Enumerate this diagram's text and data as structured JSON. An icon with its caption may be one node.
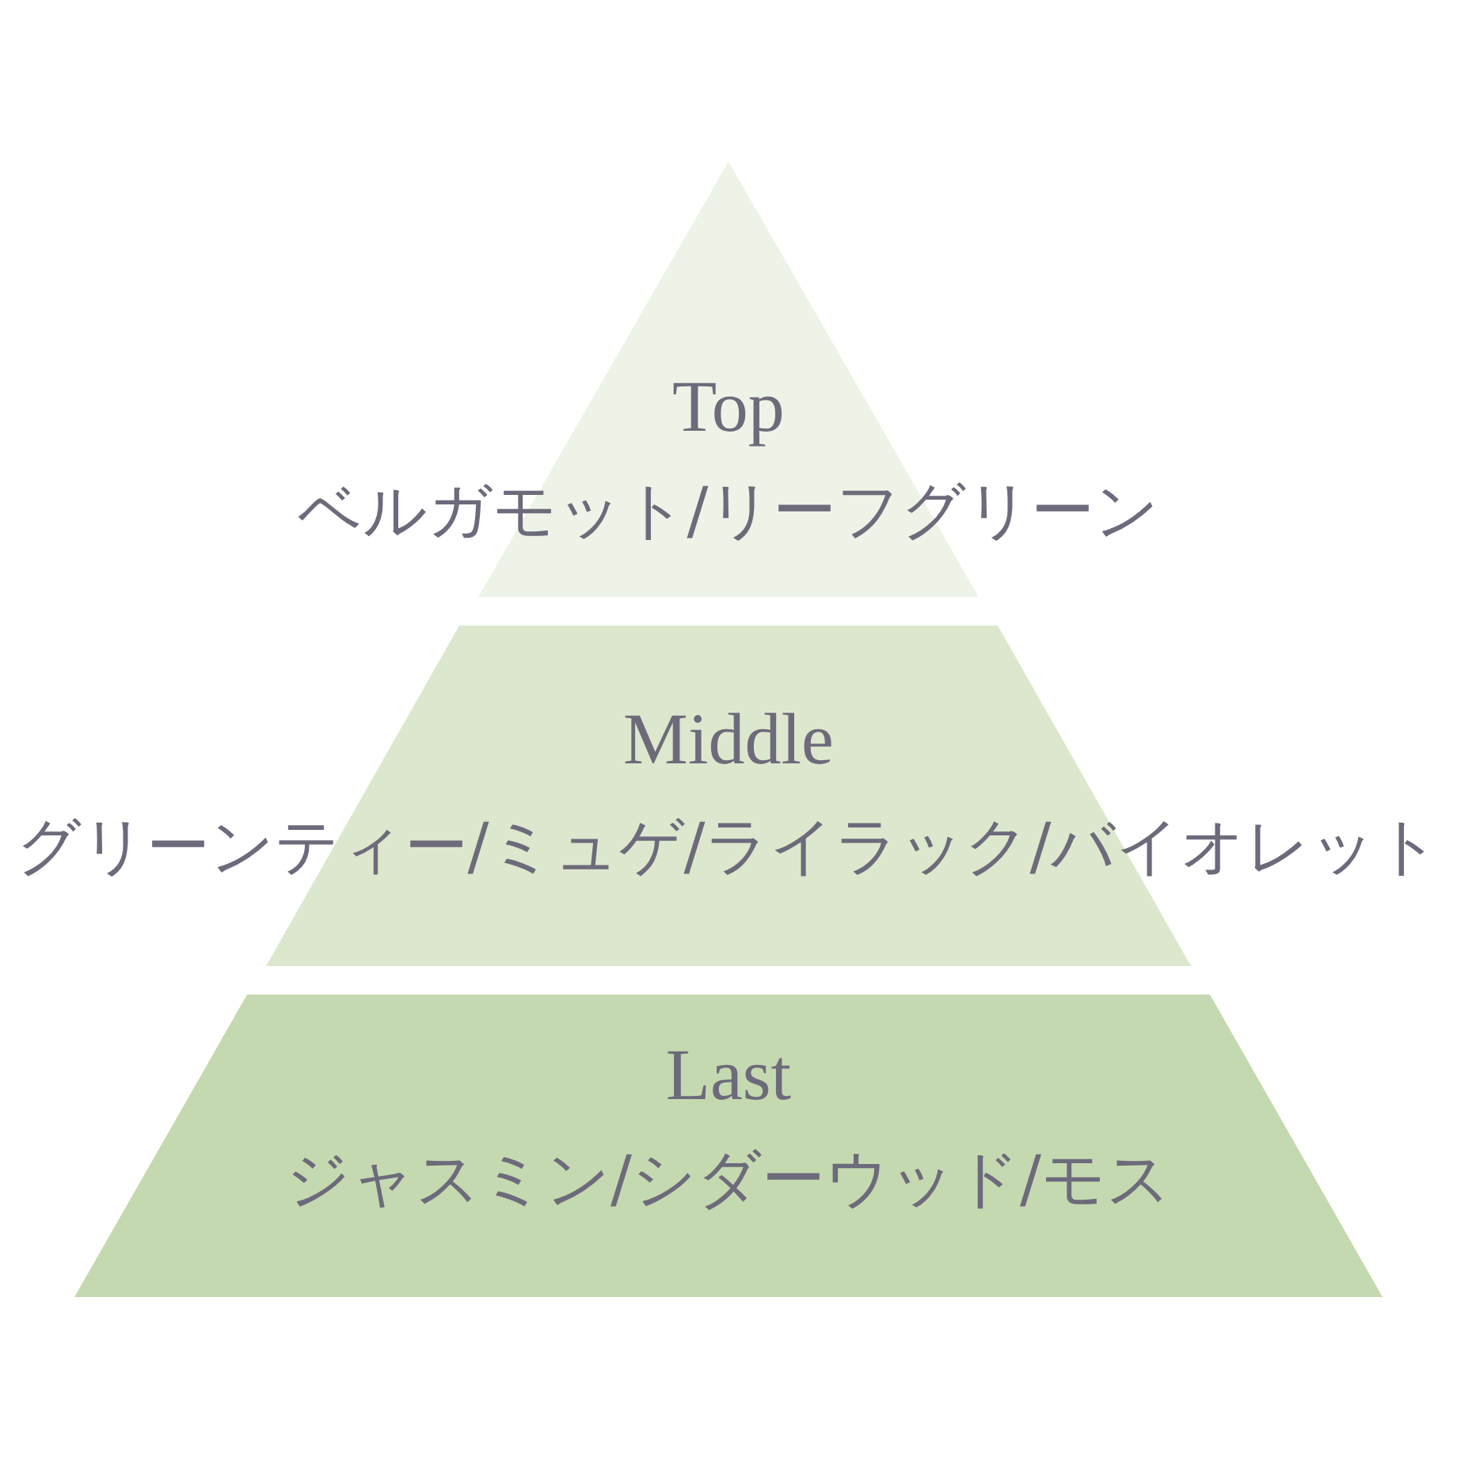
{
  "diagram": {
    "nodes": [
      {
        "text": [
          "Top",
          "ベルガモット/リーフグリーン"
        ]
      },
      {
        "text": [
          "Middle",
          "グリーンティー/ミュゲ/ライラック/バイオレット"
        ]
      },
      {
        "text": [
          "Last",
          "ジャスミン/シダーウッド/モス"
        ]
      }
    ]
  }
}
